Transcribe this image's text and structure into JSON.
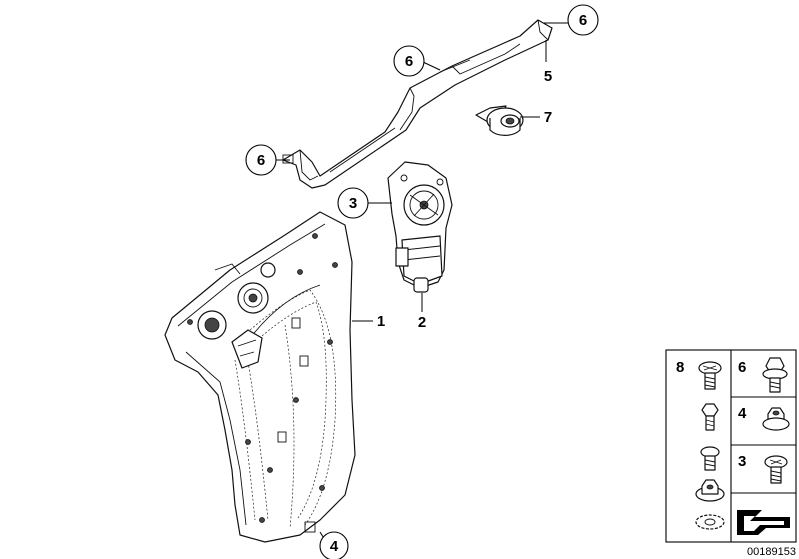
{
  "callouts": [
    {
      "id": "c6a",
      "text": "6"
    },
    {
      "id": "c6b",
      "text": "6"
    },
    {
      "id": "c6c",
      "text": "6"
    },
    {
      "id": "c5",
      "text": "5"
    },
    {
      "id": "c7",
      "text": "7"
    },
    {
      "id": "c3",
      "text": "3"
    },
    {
      "id": "c1",
      "text": "1"
    },
    {
      "id": "c2",
      "text": "2"
    },
    {
      "id": "c4",
      "text": "4"
    }
  ],
  "legend": {
    "items": [
      {
        "text": "8"
      },
      {
        "text": "6"
      },
      {
        "text": "4"
      },
      {
        "text": "3"
      }
    ]
  },
  "diagram_ref": "00189153"
}
